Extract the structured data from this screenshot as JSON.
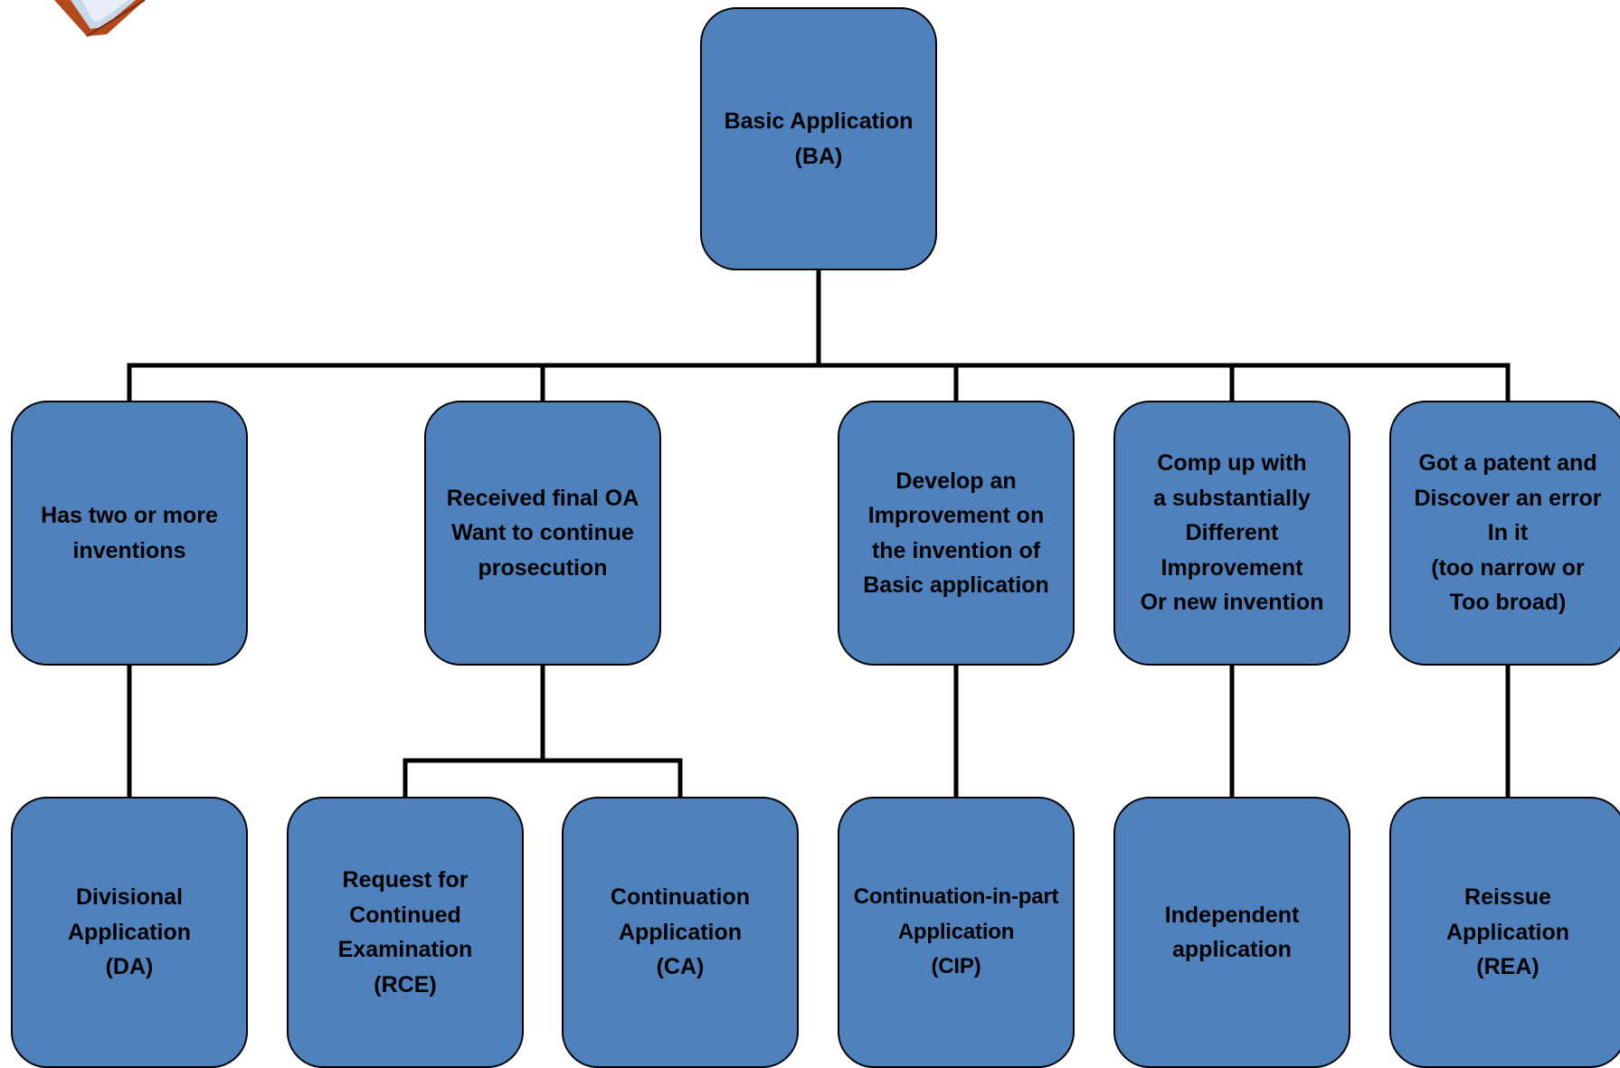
{
  "diagram": {
    "root": {
      "label": "Basic Application\n(BA)"
    },
    "scenarios": [
      {
        "label": "Has two or more\ninventions"
      },
      {
        "label": "Received final OA\nWant to continue\nprosecution"
      },
      {
        "label": "Develop an\nImprovement on\nthe invention of\nBasic application"
      },
      {
        "label": "Comp up with\na substantially\nDifferent\nImprovement\nOr new invention"
      },
      {
        "label": "Got a patent and\nDiscover an error\nIn it\n(too narrow or\nToo broad)"
      }
    ],
    "applications": [
      {
        "label": "Divisional\nApplication\n(DA)"
      },
      {
        "label": "Request  for\nContinued\nExamination\n(RCE)"
      },
      {
        "label": "Continuation\nApplication\n(CA)"
      },
      {
        "label": "Continuation-in-part\nApplication\n(CIP)"
      },
      {
        "label": "Independent\napplication"
      },
      {
        "label": "Reissue\nApplication\n(REA)"
      }
    ]
  },
  "colors": {
    "box_fill": "#4f81bd",
    "box_border": "#000000",
    "connector": "#000000"
  }
}
